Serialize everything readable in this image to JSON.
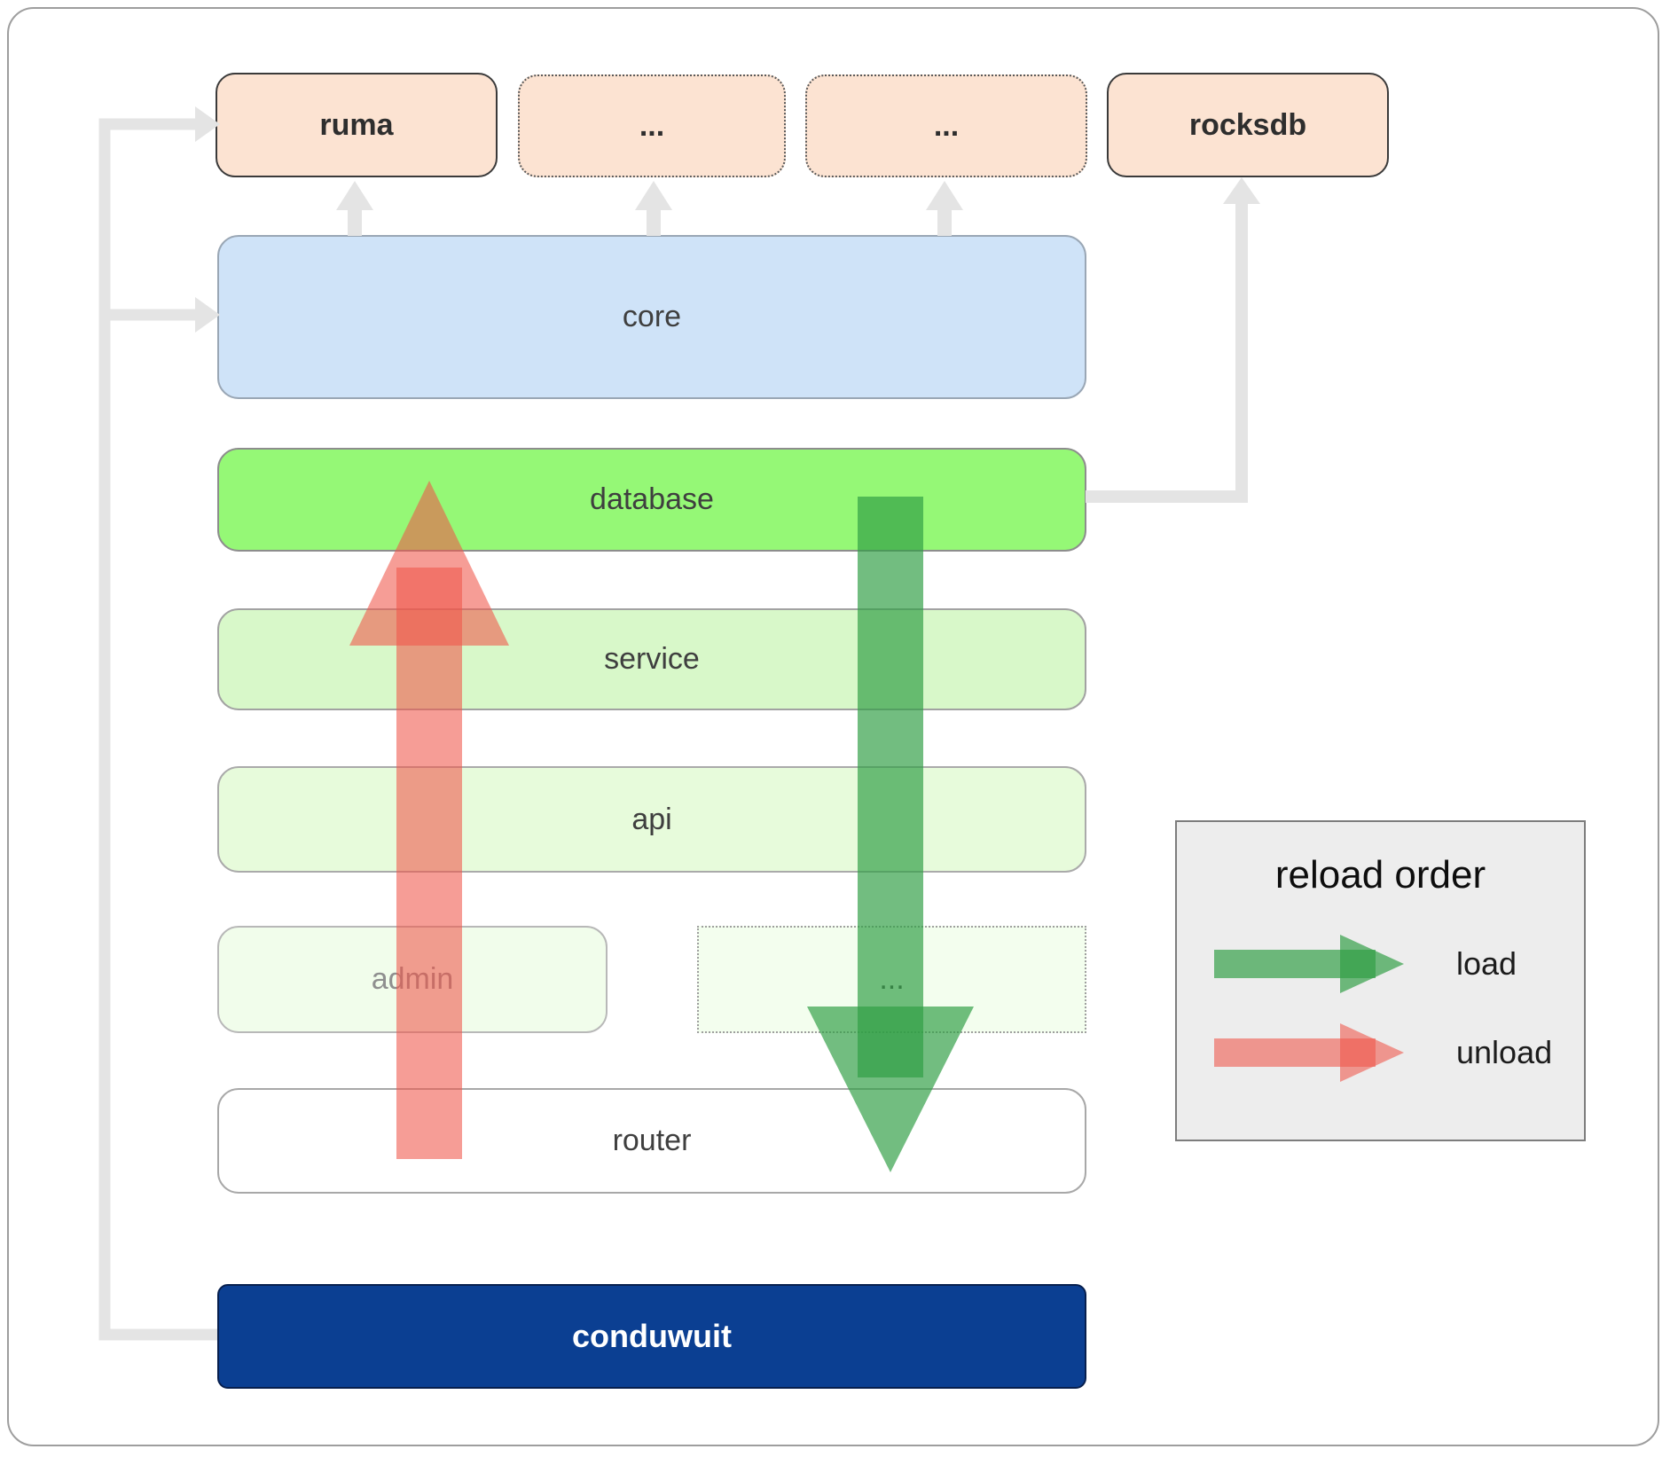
{
  "boxes": {
    "ruma": "ruma",
    "ellipsis_1": "...",
    "ellipsis_2": "...",
    "rocksdb": "rocksdb",
    "core": "core",
    "database": "database",
    "service": "service",
    "api": "api",
    "admin": "admin",
    "admin_ellipsis": "...",
    "router": "router",
    "conduwuit": "conduwuit"
  },
  "legend": {
    "title": "reload order",
    "items": [
      {
        "label": "load",
        "color": "#2f9e44"
      },
      {
        "label": "unload",
        "color": "#f0564a"
      }
    ]
  },
  "colors": {
    "external_box_fill": "#fce3d2",
    "core_fill": "#cfe3f8",
    "database_fill": "#95f876",
    "service_fill": "#d8f8c9",
    "api_fill": "#e7fbdb",
    "admin_fill": "#f1fdeb",
    "conduwuit_fill": "#0b3f92",
    "load_arrow": "#2f9e44",
    "unload_arrow": "#f0564a",
    "connector": "#e4e4e4"
  }
}
